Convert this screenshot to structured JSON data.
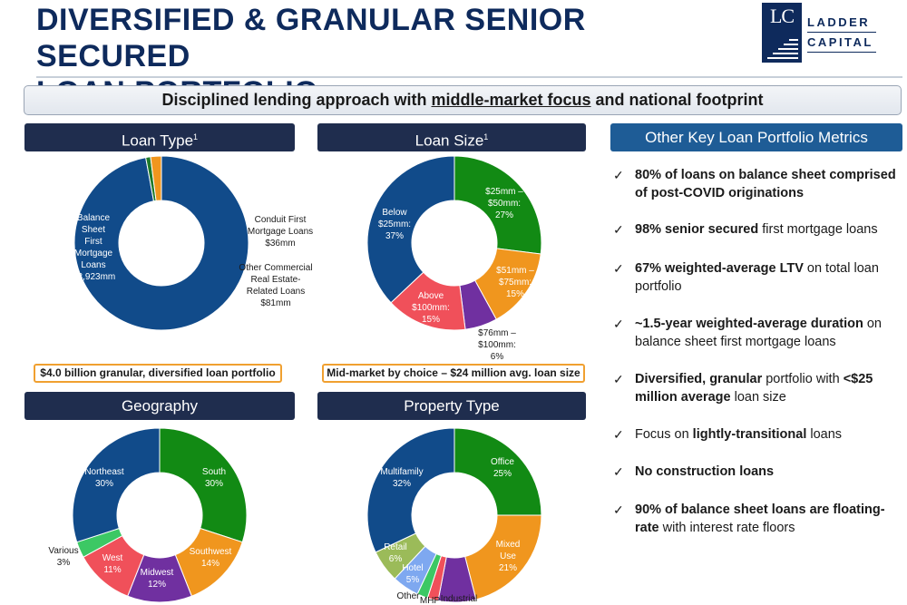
{
  "header": {
    "title_line1": "DIVERSIFIED & GRANULAR SENIOR SECURED",
    "title_line2": "LOAN PORTFOLIO"
  },
  "logo": {
    "monogram": "LC",
    "line1": "LADDER",
    "line2": "CAPITAL"
  },
  "banner": {
    "pre": "Disciplined lending approach with ",
    "emph": "middle-market focus",
    "post": " and national footprint"
  },
  "sections": {
    "loan_type": "Loan Type",
    "loan_size": "Loan Size",
    "geography": "Geography",
    "property_type": "Property Type",
    "metrics": "Other Key Loan Portfolio Metrics",
    "footnote_mark": "1"
  },
  "callouts": {
    "loan_type": "$4.0 billion granular, diversified loan portfolio",
    "loan_size": "Mid-market by choice – $24 million avg. loan size"
  },
  "chart_data": [
    {
      "type": "pie",
      "title": "Loan Type",
      "slices": [
        {
          "label": "Balance Sheet First Mortgage Loans $3,923mm",
          "value": 3923,
          "color": "#114b8a",
          "text_color": "#ffffff"
        },
        {
          "label": "Conduit First Mortgage Loans $36mm",
          "value": 36,
          "color": "#1e7a2a",
          "text_color": "#1a1a1a"
        },
        {
          "label": "Other Commercial Real Estate-Related Loans $81mm",
          "value": 81,
          "color": "#f0961e",
          "text_color": "#1a1a1a"
        }
      ]
    },
    {
      "type": "pie",
      "title": "Loan Size",
      "slices": [
        {
          "label": "$25mm – $50mm: 27%",
          "value": 27,
          "color": "#128a14",
          "text_color": "#ffffff"
        },
        {
          "label": "$51mm – $75mm: 15%",
          "value": 15,
          "color": "#f0961e",
          "text_color": "#ffffff"
        },
        {
          "label": "$76mm – $100mm: 6%",
          "value": 6,
          "color": "#7030a0",
          "text_color": "#1a1a1a"
        },
        {
          "label": "Above $100mm: 15%",
          "value": 15,
          "color": "#f0505a",
          "text_color": "#ffffff"
        },
        {
          "label": "Below $25mm: 37%",
          "value": 37,
          "color": "#114b8a",
          "text_color": "#ffffff"
        }
      ]
    },
    {
      "type": "pie",
      "title": "Geography",
      "slices": [
        {
          "label": "South 30%",
          "value": 30,
          "color": "#128a14",
          "text_color": "#ffffff"
        },
        {
          "label": "Southwest 14%",
          "value": 14,
          "color": "#f0961e",
          "text_color": "#ffffff"
        },
        {
          "label": "Midwest 12%",
          "value": 12,
          "color": "#7030a0",
          "text_color": "#ffffff"
        },
        {
          "label": "West 11%",
          "value": 11,
          "color": "#f0505a",
          "text_color": "#ffffff"
        },
        {
          "label": "Various 3%",
          "value": 3,
          "color": "#3cc864",
          "text_color": "#1a1a1a"
        },
        {
          "label": "Northeast 30%",
          "value": 30,
          "color": "#114b8a",
          "text_color": "#ffffff"
        }
      ]
    },
    {
      "type": "pie",
      "title": "Property Type",
      "slices": [
        {
          "label": "Office 25%",
          "value": 25,
          "color": "#128a14",
          "text_color": "#ffffff"
        },
        {
          "label": "Mixed Use 21%",
          "value": 21,
          "color": "#f0961e",
          "text_color": "#ffffff"
        },
        {
          "label": "Industrial",
          "value": 7,
          "color": "#7030a0",
          "text_color": "#1a1a1a"
        },
        {
          "label": "MHP",
          "value": 2,
          "color": "#f0505a",
          "text_color": "#1a1a1a"
        },
        {
          "label": "Other",
          "value": 2,
          "color": "#3cc864",
          "text_color": "#1a1a1a"
        },
        {
          "label": "Hotel 5%",
          "value": 5,
          "color": "#7ea8f0",
          "text_color": "#ffffff"
        },
        {
          "label": "Retail 6%",
          "value": 6,
          "color": "#9bbb59",
          "text_color": "#ffffff"
        },
        {
          "label": "Multifamily 32%",
          "value": 32,
          "color": "#114b8a",
          "text_color": "#ffffff"
        }
      ]
    }
  ],
  "metrics": [
    {
      "parts": [
        {
          "t": "80% of loans on balance sheet comprised of post-COVID originations",
          "b": true
        }
      ]
    },
    {
      "parts": [
        {
          "t": "98% senior secured",
          "b": true
        },
        {
          "t": " first mortgage loans",
          "b": false
        }
      ]
    },
    {
      "parts": [
        {
          "t": "67% weighted-average LTV",
          "b": true
        },
        {
          "t": " on total loan portfolio",
          "b": false
        }
      ]
    },
    {
      "parts": [
        {
          "t": "~1.5-year weighted-average duration",
          "b": true
        },
        {
          "t": " on balance sheet first mortgage loans",
          "b": false
        }
      ]
    },
    {
      "parts": [
        {
          "t": "Diversified, granular",
          "b": true
        },
        {
          "t": " portfolio with ",
          "b": false
        },
        {
          "t": "<$25 million average",
          "b": true
        },
        {
          "t": " loan size",
          "b": false
        }
      ]
    },
    {
      "parts": [
        {
          "t": "Focus on ",
          "b": false
        },
        {
          "t": "lightly-transitional",
          "b": true
        },
        {
          "t": " loans",
          "b": false
        }
      ]
    },
    {
      "parts": [
        {
          "t": "No construction loans",
          "b": true
        }
      ]
    },
    {
      "parts": [
        {
          "t": "90% of balance sheet loans are floating-rate",
          "b": true
        },
        {
          "t": " with interest rate floors",
          "b": false
        }
      ]
    }
  ],
  "check_glyph": "✓"
}
